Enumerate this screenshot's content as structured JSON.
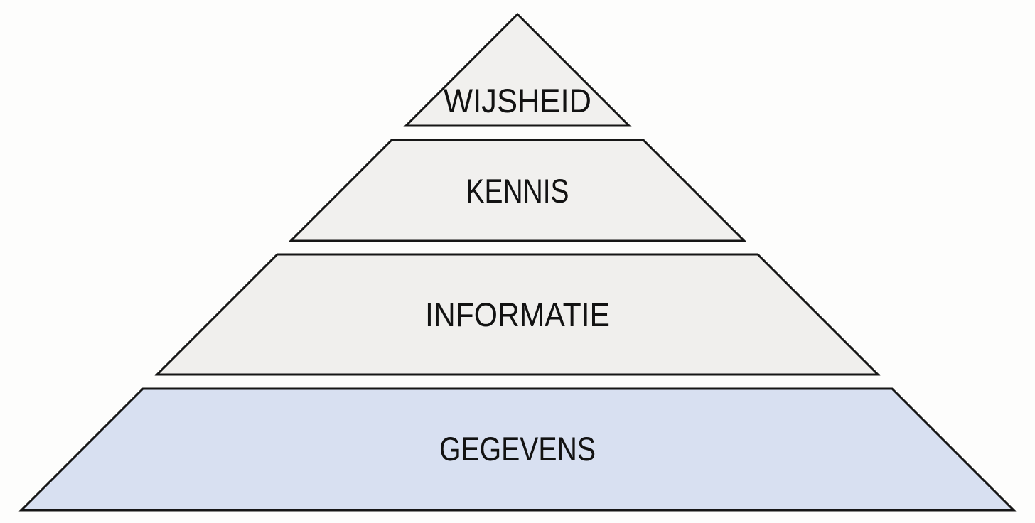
{
  "diagram": {
    "type": "pyramid",
    "levels": [
      {
        "label": "WIJSHEID",
        "fill": "#f1f0ee"
      },
      {
        "label": "KENNIS",
        "fill": "#f1f0ee"
      },
      {
        "label": "INFORMATIE",
        "fill": "#f0efed"
      },
      {
        "label": "GEGEVENS",
        "fill": "#d8e0f1"
      }
    ],
    "outline_color": "#161616",
    "text_color": "#121212",
    "background_color": "#fdfdfc"
  }
}
